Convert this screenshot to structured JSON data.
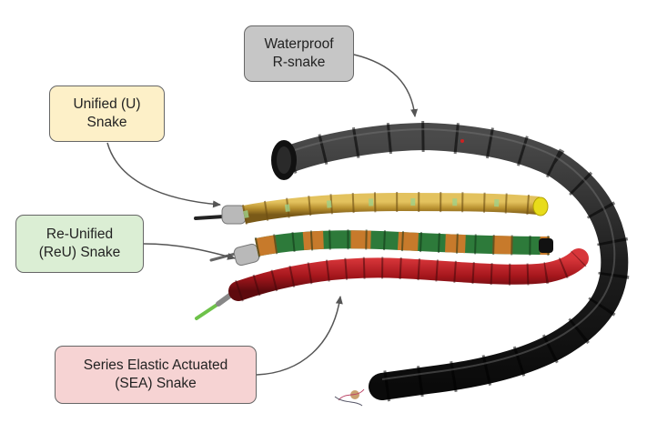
{
  "labels": {
    "rsnake": {
      "line1": "Waterproof",
      "line2": "R-snake",
      "color": "#c6c6c6"
    },
    "usnake": {
      "line1": "Unified (U)",
      "line2": "Snake",
      "color": "#fdf0c8"
    },
    "reusnake": {
      "line1": "Re-Unified",
      "line2": "(ReU) Snake",
      "color": "#dbeed4"
    },
    "seasnake": {
      "line1": "Series Elastic Actuated",
      "line2": "(SEA) Snake",
      "color": "#f6d3d3"
    }
  },
  "colors": {
    "rsnake_body": "#1e1e1e",
    "usnake_body": "#b8902f",
    "usnake_tip": "#e8dc1a",
    "reusnake_green": "#2d7a3a",
    "reusnake_orange": "#d07a2a",
    "seasnake_body": "#a4161c",
    "arrow": "#555555"
  }
}
